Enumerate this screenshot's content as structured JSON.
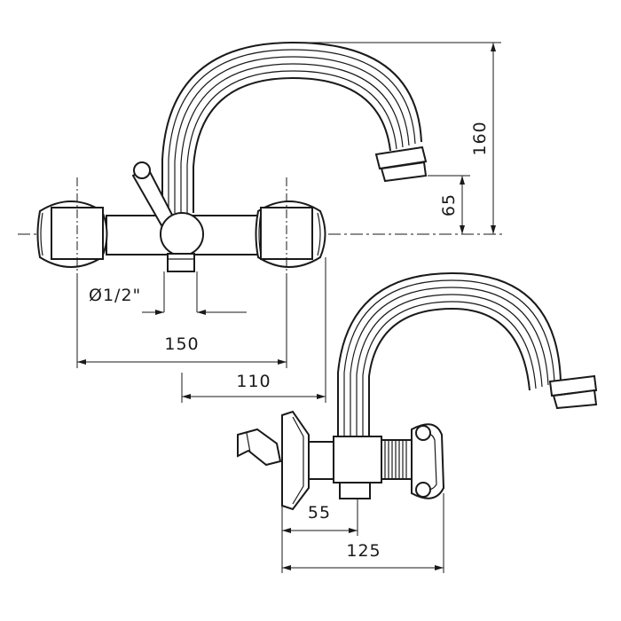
{
  "dimensions": {
    "height_total": "160",
    "height_outlet": "65",
    "thread": "Ø1/2\"",
    "width_centers": "150",
    "width_side": "110",
    "depth_short": "55",
    "depth_total": "125"
  },
  "colors": {
    "line": "#1a1a1a",
    "background": "#ffffff"
  }
}
